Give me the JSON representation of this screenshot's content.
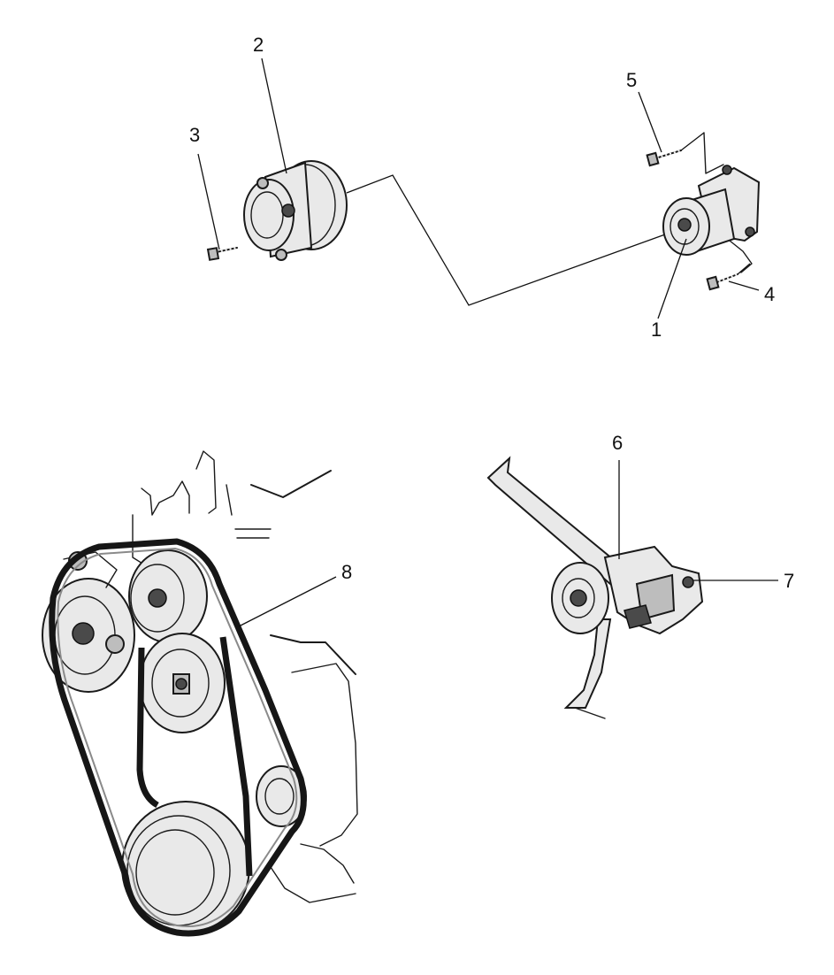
{
  "callouts": {
    "c1": "1",
    "c2": "2",
    "c3": "3",
    "c4": "4",
    "c5": "5",
    "c6": "6",
    "c7": "7",
    "c8": "8"
  },
  "colors": {
    "line": "#1a1a1a",
    "fill": "#e9e9e9",
    "background": "#ffffff"
  }
}
